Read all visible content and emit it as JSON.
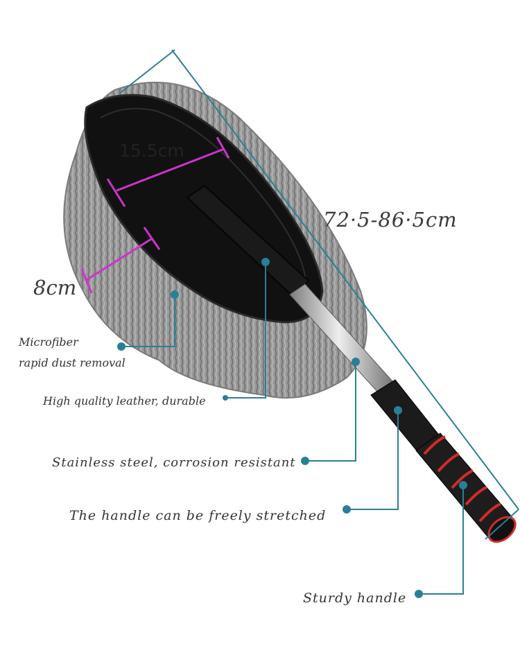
{
  "dimensions": {
    "width": "15.5cm",
    "length": "72·5-86·5cm",
    "depth": "8cm"
  },
  "features": {
    "microfiber_line1": "Microfiber",
    "microfiber_line2": "rapid dust removal",
    "leather": "High quality leather, durable",
    "steel": "Stainless steel, corrosion resistant",
    "stretch": "The handle can be freely stretched",
    "handle": "Sturdy handle"
  },
  "colors": {
    "callout": "#2a7f96",
    "dimension_marker": "#cc33cc",
    "fiber": "#8e8e8e",
    "pad": "#111111",
    "grip_stripe": "#d42a2a"
  },
  "icons": [
    "car-duster-mop",
    "callout-dot"
  ]
}
